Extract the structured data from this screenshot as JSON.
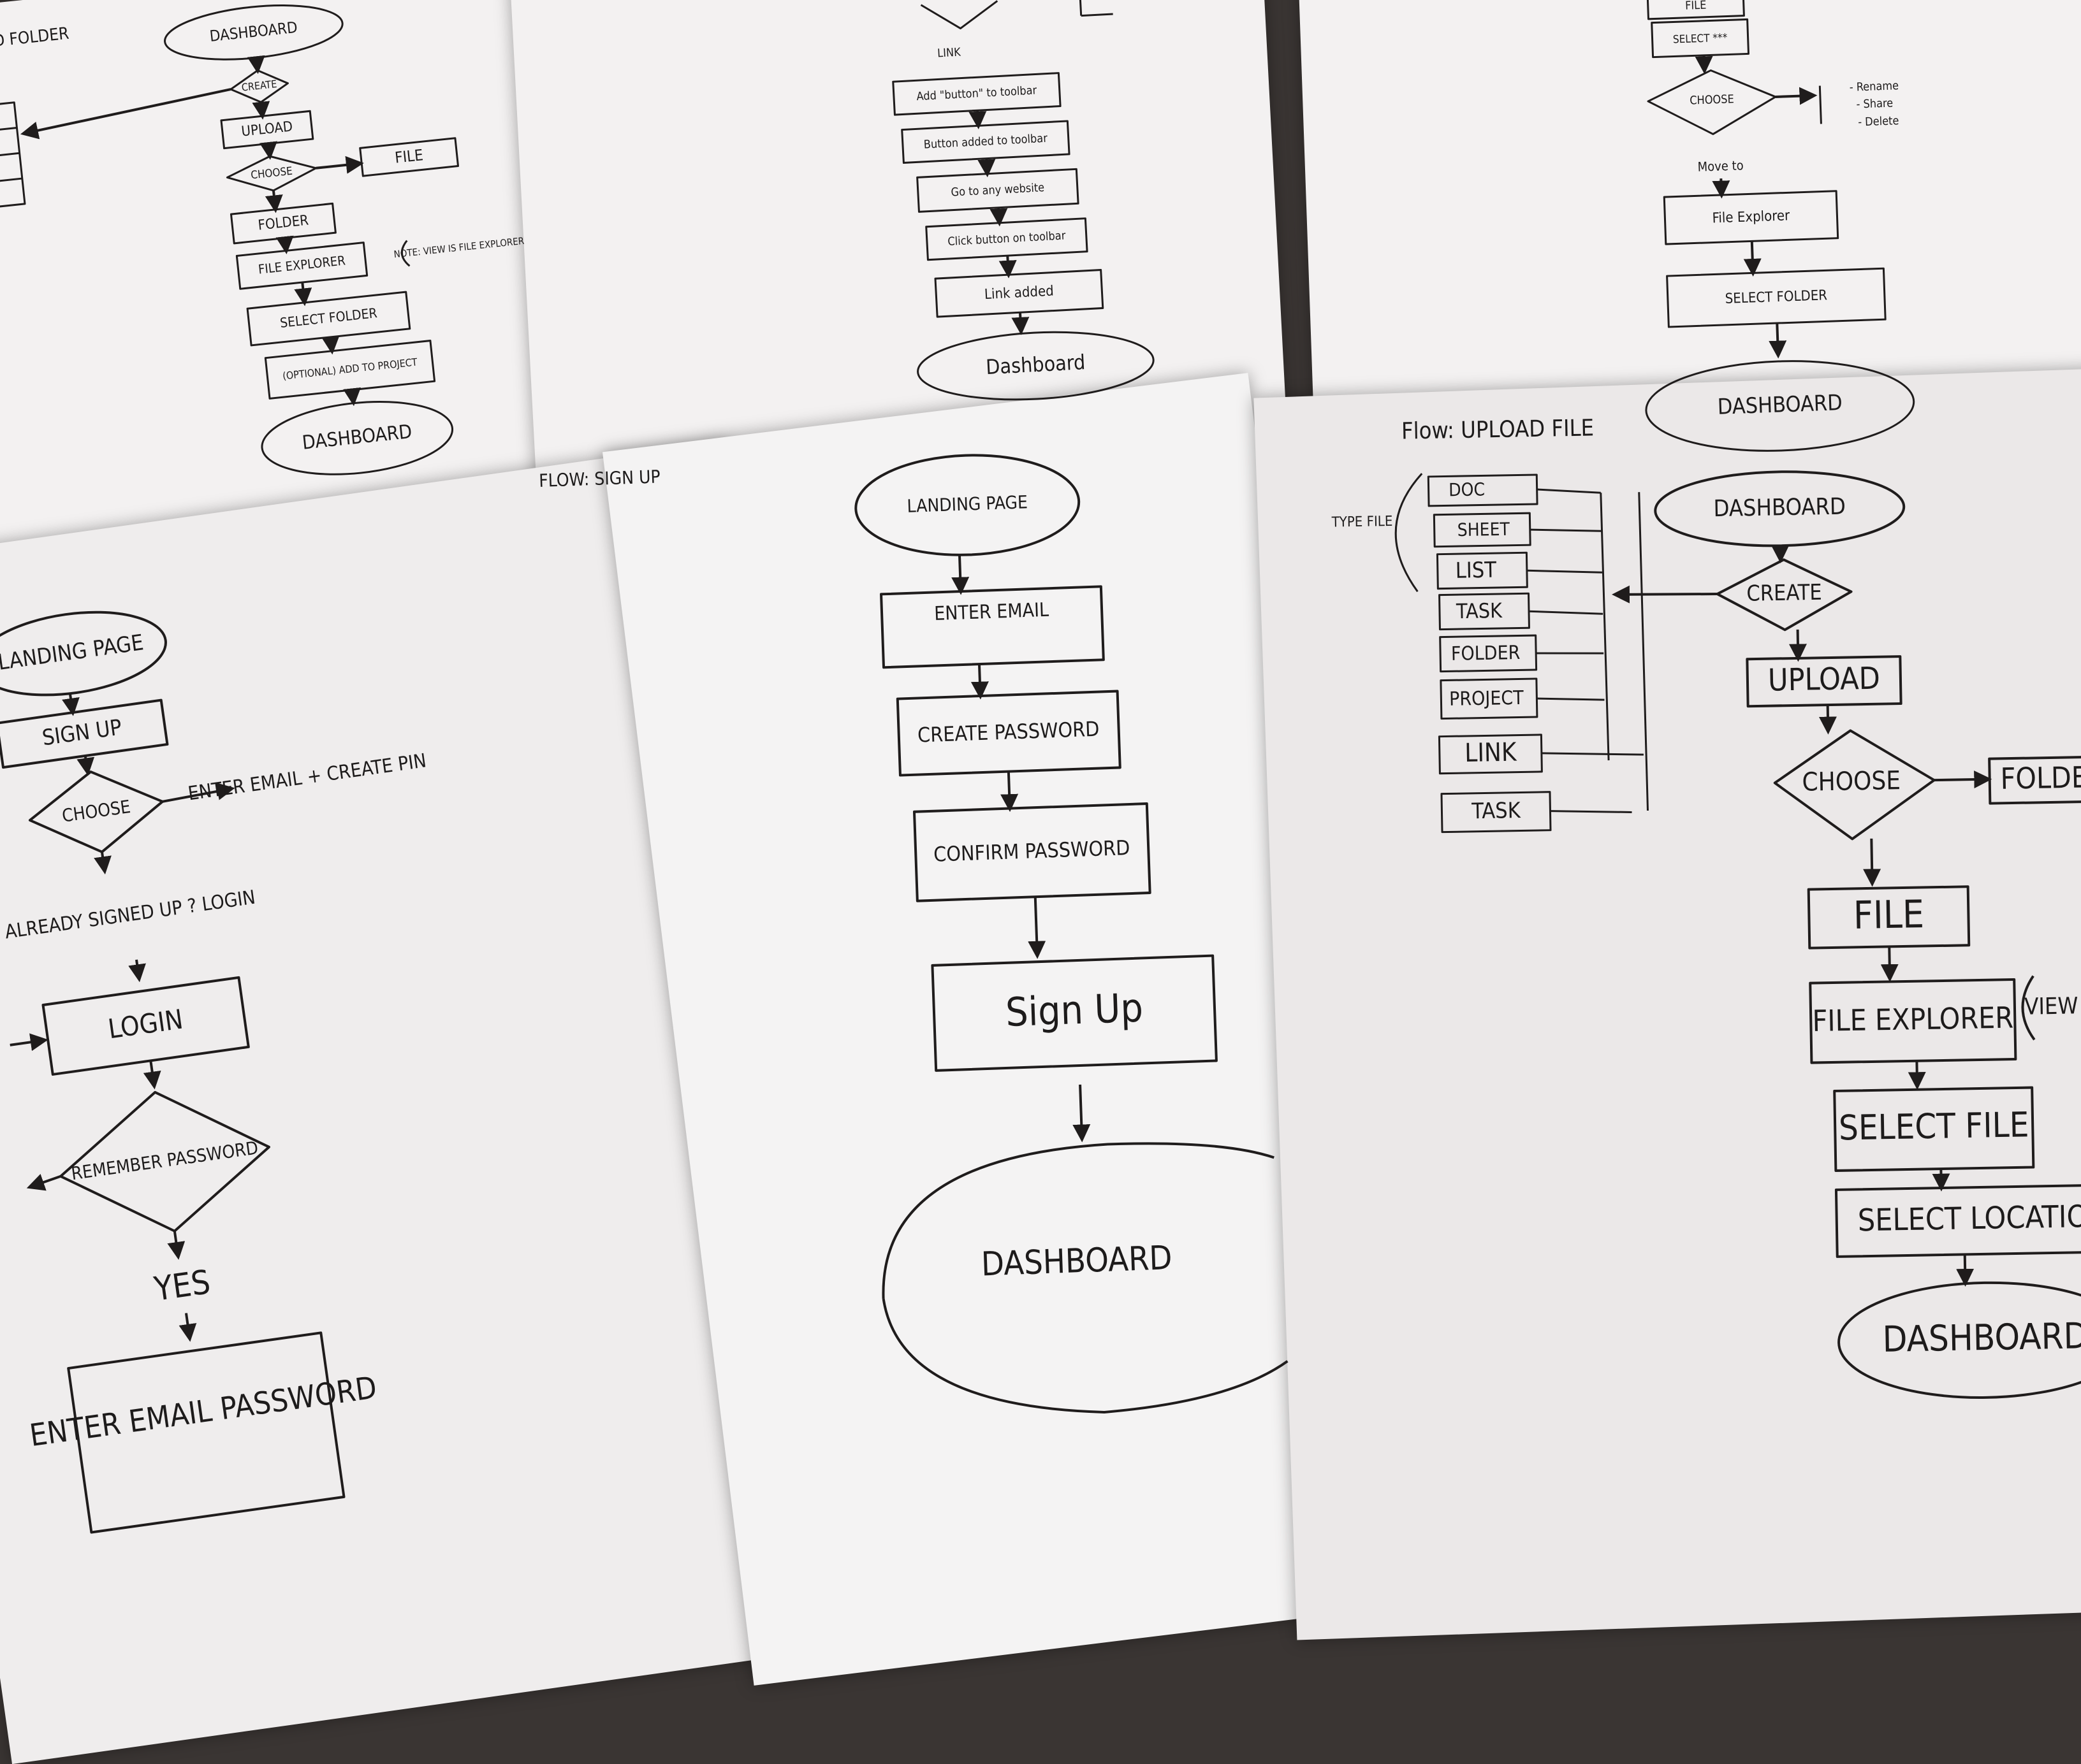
{
  "page_title": "Hand-drawn user flow sketches",
  "sheets": {
    "top_left": {
      "partial_label": "OAD FOLDER",
      "nodes": [
        "DASHBOARD",
        "CREATE",
        "UPLOAD",
        "CHOOSE",
        "FILE",
        "FOLDER",
        "FILE EXPLORER",
        "SELECT FOLDER",
        "(OPTIONAL) ADD TO PROJECT",
        "DASHBOARD"
      ],
      "note": "NOTE: VIEW IS FILE EXPLORER"
    },
    "top_center": {
      "link_label": "LINK",
      "nodes": [
        "Add \"button\" to toolbar",
        "Button added to toolbar",
        "Go to any website",
        "Click button on toolbar",
        "Link added",
        "Dashboard"
      ]
    },
    "top_right": {
      "nodes": [
        "FILE",
        "SELECT ***",
        "CHOOSE",
        "Move to",
        "File Explorer",
        "SELECT FOLDER",
        "DASHBOARD"
      ],
      "options": [
        "- Rename",
        "- Share",
        "- Delete"
      ]
    },
    "bottom_left": {
      "nodes": [
        "LANDING PAGE",
        "SIGN UP",
        "CHOOSE",
        "ENTER EMAIL + CREATE PIN",
        "ALREADY SIGNED UP ? LOGIN",
        "LOGIN",
        "REMEMBER PASSWORD",
        "YES",
        "ENTER EMAIL PASSWORD"
      ]
    },
    "bottom_center": {
      "flow_title": "FLOW: SIGN UP",
      "nodes": [
        "LANDING PAGE",
        "ENTER EMAIL",
        "CREATE PASSWORD",
        "CONFIRM PASSWORD",
        "Sign Up",
        "DASHBOARD"
      ]
    },
    "bottom_right": {
      "flow_title": "Flow: UPLOAD FILE",
      "type_label": "TYPE FILE",
      "types": [
        "DOC",
        "SHEET",
        "LIST",
        "TASK",
        "FOLDER",
        "PROJECT",
        "LINK",
        "TASK"
      ],
      "nodes": [
        "DASHBOARD",
        "CREATE",
        "UPLOAD",
        "CHOOSE",
        "FOLDER",
        "FILE",
        "FILE EXPLORER",
        "SELECT FILE",
        "SELECT LOCATION",
        "DASHBOARD"
      ],
      "side_note": "VIEW D"
    }
  }
}
